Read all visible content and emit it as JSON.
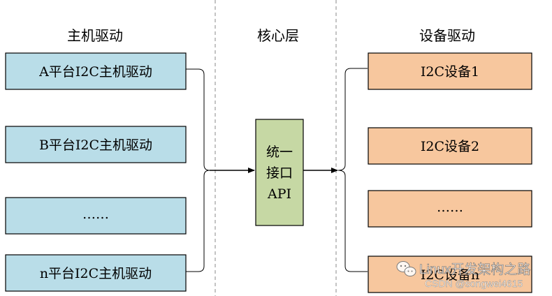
{
  "columns": {
    "left_title": "主机驱动",
    "middle_title": "核心层",
    "right_title": "设备驱动"
  },
  "host_drivers": [
    "A平台I2C主机驱动",
    "B平台I2C主机驱动",
    "……",
    "n平台I2C主机驱动"
  ],
  "core": {
    "line1": "统一",
    "line2": "接口",
    "line3": "API"
  },
  "device_drivers": [
    "I2C设备1",
    "I2C设备2",
    "……",
    "I2C设备n"
  ],
  "watermark": {
    "account": "Linux开发架构之路",
    "credit": "CSDN @songwei4615"
  },
  "colors": {
    "host_box_fill": "#b9dde8",
    "core_box_fill": "#c6d8a4",
    "device_box_fill": "#f7c79e",
    "border": "#000000",
    "separator": "#b0b0b0"
  }
}
